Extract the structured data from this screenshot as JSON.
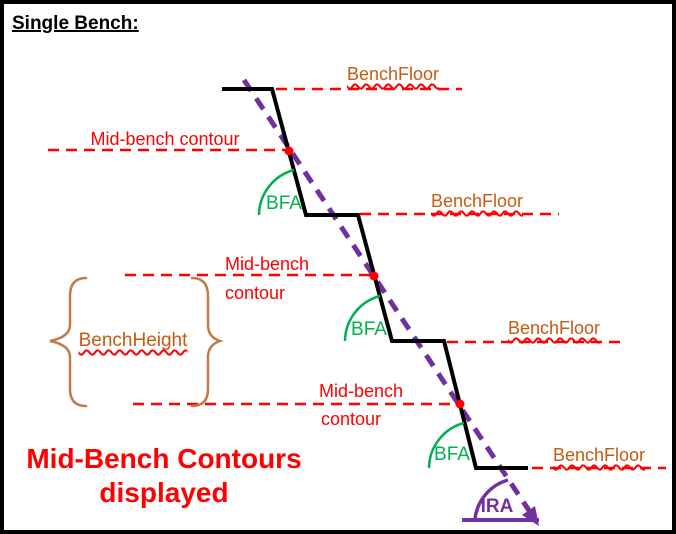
{
  "window": {
    "title": "Single Bench:"
  },
  "caption": {
    "line1": "Mid-Bench Contours",
    "line2": "displayed"
  },
  "labels": {
    "bench_floor": [
      "BenchFloor",
      "BenchFloor",
      "BenchFloor",
      "BenchFloor"
    ],
    "mid_bench": [
      {
        "text": "Mid-bench contour"
      },
      {
        "line1": "Mid-bench",
        "line2": "contour"
      },
      {
        "line1": "Mid-bench",
        "line2": "contour"
      }
    ],
    "bench_height": "BenchHeight",
    "bfa": [
      "BFA",
      "BFA",
      "BFA"
    ],
    "ira": "IRA"
  },
  "colors": {
    "contour_red": "#FF0000",
    "bench_floor_orange": "#C55A11",
    "brace_orange": "#C17A4B",
    "bfa_green": "#00B050",
    "ira_purple": "#7030A0",
    "profile_black": "#000000",
    "background": "#FFFFFF",
    "border": "#000000"
  }
}
